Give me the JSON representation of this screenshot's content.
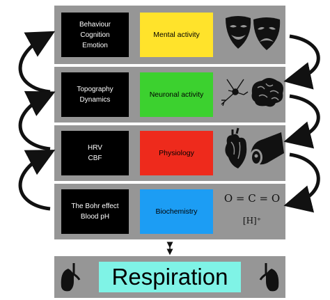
{
  "levels": [
    {
      "label": "Behaviour\nCognition\nEmotion",
      "box": "Mental activity",
      "color": "#ffe32b",
      "icons": [
        "comedy-mask",
        "tragedy-mask"
      ]
    },
    {
      "label": "Topography\nDynamics",
      "box": "Neuronal activity",
      "color": "#3cd12f",
      "icons": [
        "neuron",
        "brain"
      ]
    },
    {
      "label": "HRV\nCBF",
      "box": "Physiology",
      "color": "#ee2a1c",
      "icons": [
        "heart",
        "blood-vessel"
      ]
    },
    {
      "label": "The Bohr effect\nBlood pH",
      "box": "Biochemistry",
      "color": "#1c9df4",
      "formula_co2": "O = C = O",
      "formula_h": "[H]⁺"
    }
  ],
  "respiration": {
    "label": "Respiration",
    "color": "#7ff3e6",
    "icons": [
      "lung-left",
      "lung-right"
    ]
  }
}
